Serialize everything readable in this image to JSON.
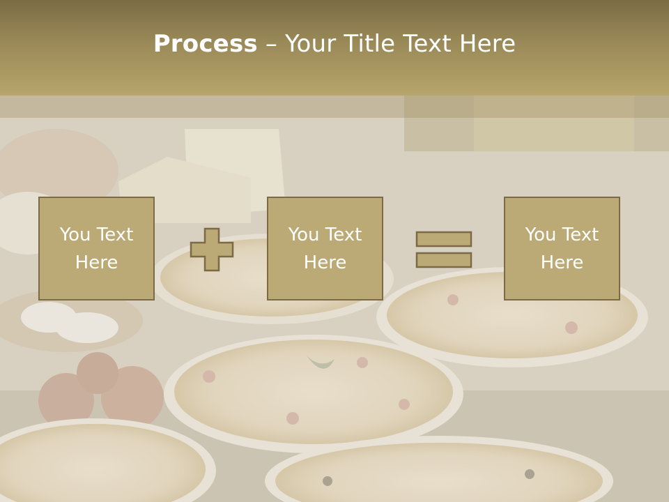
{
  "slide": {
    "title_bold": "Process",
    "title_rest": " – Your Title Text Here"
  },
  "boxes": [
    {
      "label": "You Text\nHere"
    },
    {
      "label": "You Text\nHere"
    },
    {
      "label": "You Text\nHere"
    }
  ],
  "operators": [
    "plus-icon",
    "equals-icon"
  ],
  "colors": {
    "header": "#9a8a58",
    "box_fill": "#bba976",
    "box_border": "#7b6a45",
    "text": "#ffffff"
  }
}
